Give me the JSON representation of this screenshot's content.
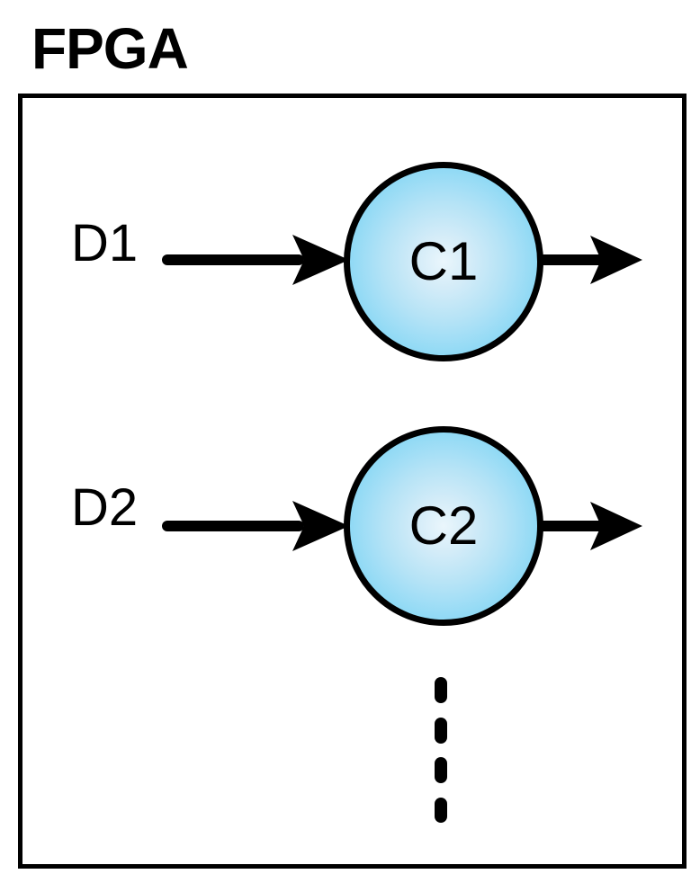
{
  "diagram": {
    "title": "FPGA",
    "type": "block-diagram",
    "nodes": [
      {
        "id": "C1",
        "label": "C1",
        "shape": "circle"
      },
      {
        "id": "C2",
        "label": "C2",
        "shape": "circle"
      }
    ],
    "input_labels": [
      {
        "id": "D1",
        "label": "D1"
      },
      {
        "id": "D2",
        "label": "D2"
      }
    ],
    "edges": [
      {
        "from": "D1",
        "to": "C1",
        "kind": "input-arrow"
      },
      {
        "from": "C1",
        "to": "out",
        "kind": "output-arrow"
      },
      {
        "from": "D2",
        "to": "C2",
        "kind": "input-arrow"
      },
      {
        "from": "C2",
        "to": "out",
        "kind": "output-arrow"
      }
    ],
    "ellipsis": {
      "style": "vertical-dashed",
      "dash_count": 4
    },
    "colors": {
      "node_fill_edge": "#66ccf3",
      "node_fill_center": "#eaf6fc",
      "stroke": "#000000",
      "background": "#ffffff",
      "text": "#000000"
    }
  }
}
